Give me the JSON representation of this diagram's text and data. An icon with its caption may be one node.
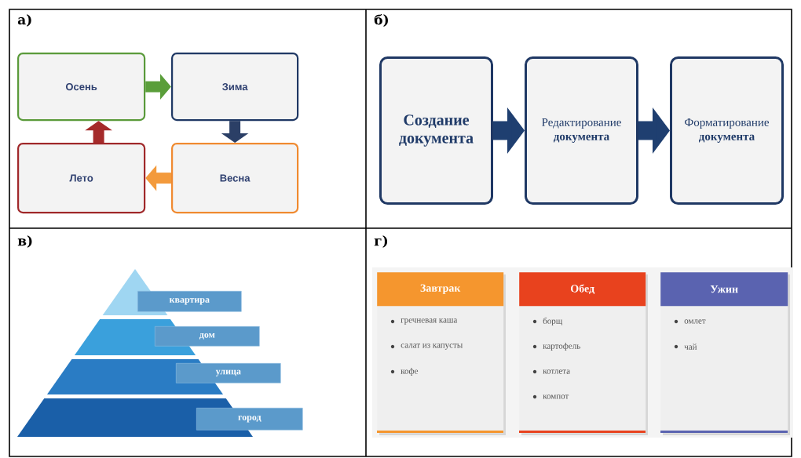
{
  "diagram": {
    "nodes": [
      {
        "text": [
          "Осень"
        ]
      },
      {
        "text": [
          "Зима"
        ]
      },
      {
        "text": [
          "Весна"
        ]
      },
      {
        "text": [
          "Лето"
        ]
      },
      {
        "text": [
          "Создание документа"
        ]
      },
      {
        "text": [
          "Редактирование **документа**"
        ]
      },
      {
        "text": [
          "Форматирование **документа**"
        ]
      },
      {
        "text": [
          "квартира"
        ]
      },
      {
        "text": [
          "дом"
        ]
      },
      {
        "text": [
          "улица"
        ]
      },
      {
        "text": [
          "город"
        ]
      },
      {
        "text": [
          "Завтрак",
          "гречневая каша",
          "салат из капусты",
          "кофе"
        ]
      },
      {
        "text": [
          "Обед",
          "борщ",
          "картофель",
          "котлета",
          "компот"
        ]
      },
      {
        "text": [
          "Ужин",
          "омлет",
          "чай"
        ]
      }
    ],
    "edges": [
      {
        "from": 0,
        "to": 1,
        "arrow": "to",
        "color": "#5a9e3a"
      },
      {
        "from": 1,
        "to": 2,
        "arrow": "to",
        "color": "#2b3f66"
      },
      {
        "from": 2,
        "to": 3,
        "arrow": "to",
        "color": "#f39a3c"
      },
      {
        "from": 3,
        "to": 0,
        "arrow": "to",
        "color": "#a52a2a"
      },
      {
        "from": 4,
        "to": 5,
        "arrow": "to",
        "color": "#1f3f70"
      },
      {
        "from": 5,
        "to": 6,
        "arrow": "to",
        "color": "#1f3f70"
      }
    ],
    "labels": [
      "а)",
      "б)",
      "в)",
      "г)"
    ]
  }
}
